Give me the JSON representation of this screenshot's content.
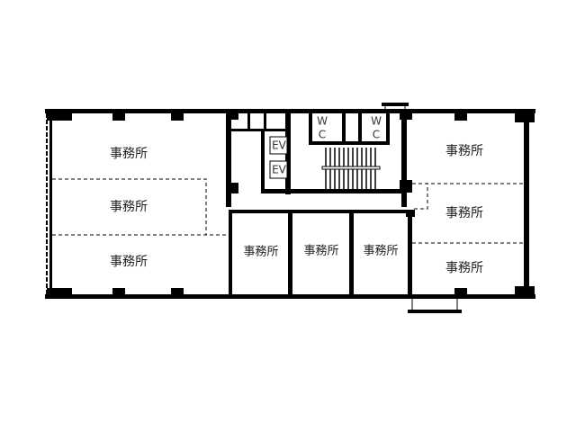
{
  "floor_plan": {
    "rooms": {
      "left_top": "事務所",
      "left_middle": "事務所",
      "left_bottom": "事務所",
      "center_1": "事務所",
      "center_2": "事務所",
      "center_3": "事務所",
      "right_top": "事務所",
      "right_middle": "事務所",
      "right_bottom": "事務所"
    },
    "elevators": [
      "EV",
      "EV"
    ],
    "restrooms": [
      {
        "top": "W",
        "bottom": "C"
      },
      {
        "top": "W",
        "bottom": "C"
      }
    ]
  }
}
